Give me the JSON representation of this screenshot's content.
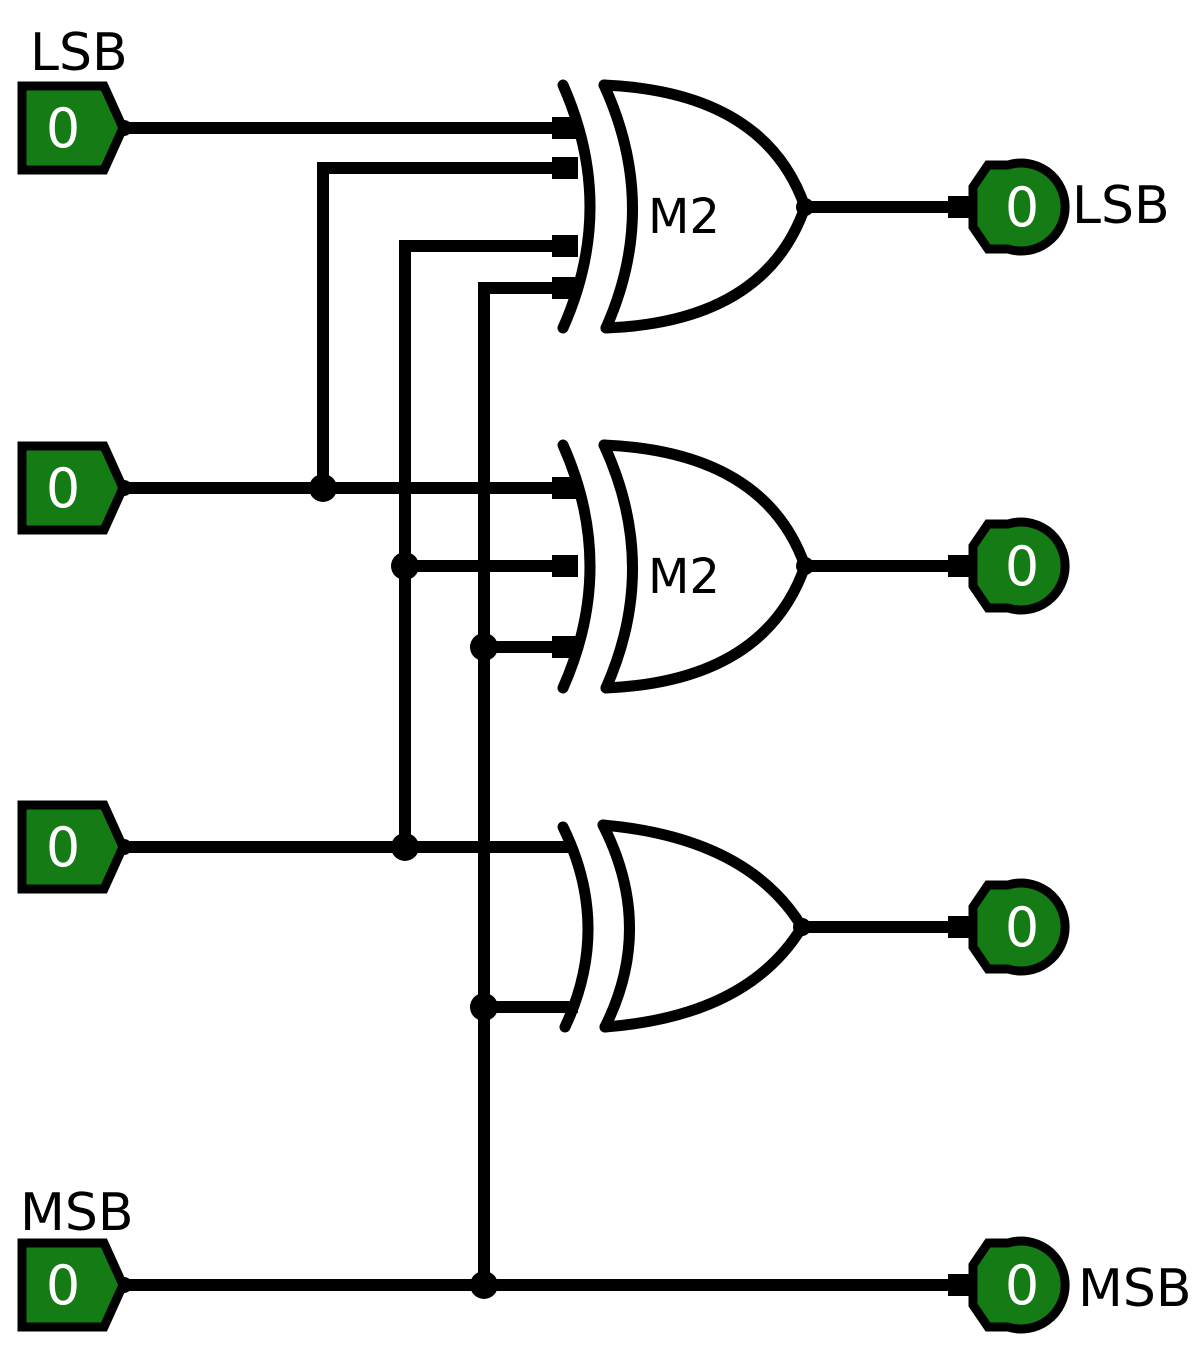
{
  "diagram_type": "logic-circuit",
  "colors": {
    "background": "#ffffff",
    "wire": "#000000",
    "pin_fill": "#157c15",
    "pin_border": "#000000",
    "value_text": "#ffffff",
    "label_text": "#000000"
  },
  "inputs": [
    {
      "label": "LSB",
      "value": "0"
    },
    {
      "label": "",
      "value": "0"
    },
    {
      "label": "",
      "value": "0"
    },
    {
      "label": "MSB",
      "value": "0"
    }
  ],
  "outputs": [
    {
      "label": "LSB",
      "value": "0"
    },
    {
      "label": "",
      "value": "0"
    },
    {
      "label": "",
      "value": "0"
    },
    {
      "label": "MSB",
      "value": "0"
    }
  ],
  "gates": [
    {
      "type": "XOR",
      "label": "M2",
      "input_count": 4
    },
    {
      "type": "XOR",
      "label": "M2",
      "input_count": 3
    },
    {
      "type": "XOR",
      "label": "",
      "input_count": 2
    }
  ]
}
